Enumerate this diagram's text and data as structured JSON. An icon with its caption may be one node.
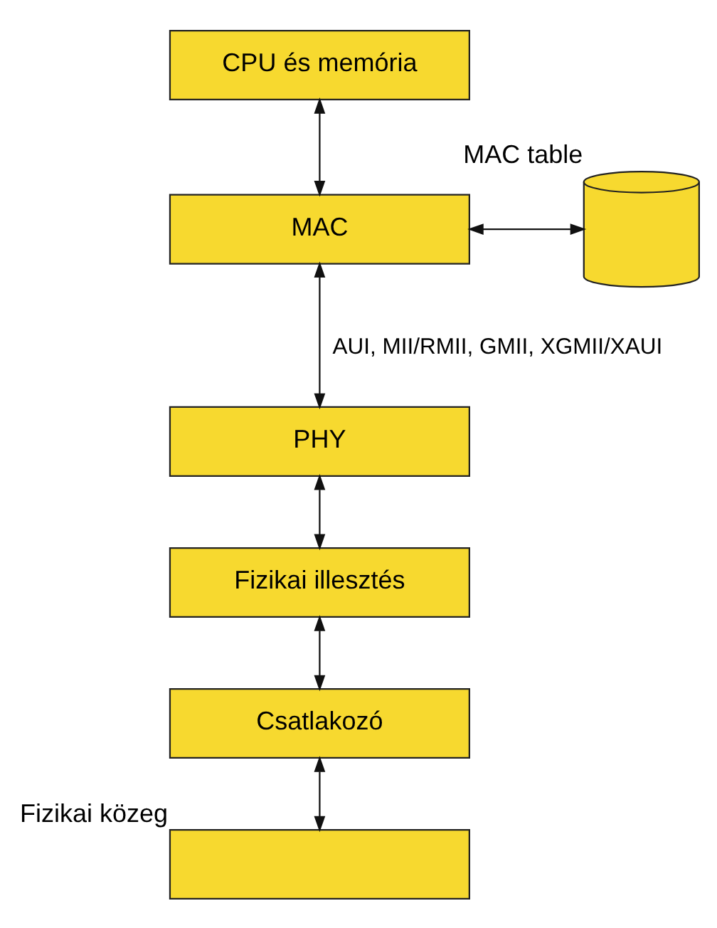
{
  "diagram": {
    "nodes": [
      {
        "text": [
          "CPU és memória"
        ]
      },
      {
        "text": [
          "MAC"
        ]
      },
      {
        "text": [],
        "shape": "cylinder",
        "beside": [
          "MAC table"
        ]
      },
      {
        "text": [
          "PHY"
        ]
      },
      {
        "text": [
          "Fizikai illesztés"
        ]
      },
      {
        "text": [
          "Csatlakozó"
        ]
      },
      {
        "text": [],
        "shape": "box",
        "beside": [
          "Fizikai közeg"
        ]
      }
    ],
    "edges": [
      {
        "from": 0,
        "to": 1,
        "arrow": "both"
      },
      {
        "from": 1,
        "to": 2,
        "arrow": "both"
      },
      {
        "from": 1,
        "to": 3,
        "arrow": "both",
        "label": "AUI, MII/RMII, GMII, XGMII/XAUI"
      },
      {
        "from": 3,
        "to": 4,
        "arrow": "both"
      },
      {
        "from": 4,
        "to": 5,
        "arrow": "both"
      },
      {
        "from": 5,
        "to": 6,
        "arrow": "both"
      }
    ]
  }
}
